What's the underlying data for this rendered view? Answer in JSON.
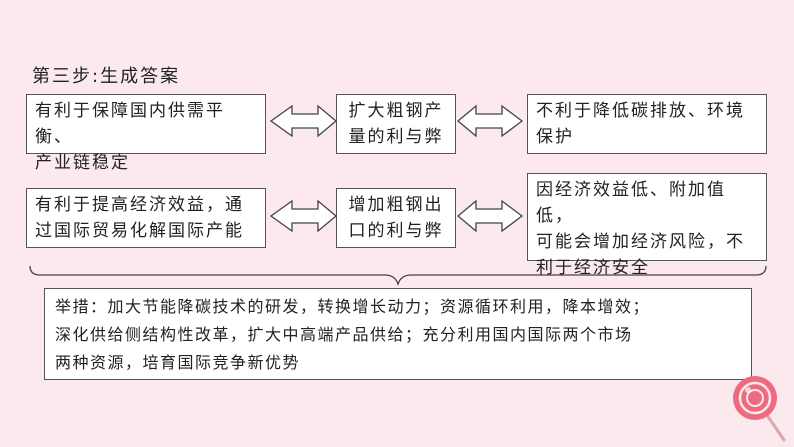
{
  "step_title": "第三步:生成答案",
  "row1": {
    "left_lines": [
      "有利于保障国内供需平衡、",
      "产业链稳定"
    ],
    "center_lines": [
      "扩大粗钢产",
      "量的利与弊"
    ],
    "right_lines": [
      "不利于降低碳排放、环境",
      "保护"
    ]
  },
  "row2": {
    "left_lines": [
      "有利于提高经济效益，通",
      "过国际贸易化解国际产能"
    ],
    "center_lines": [
      "增加粗钢出",
      "口的利与弊"
    ],
    "right_lines": [
      "因经济效益低、附加值低，",
      "可能会增加经济风险，不",
      "利于经济安全"
    ]
  },
  "measures_lines": [
    "举措：加大节能降碳技术的研发，转换增长动力；资源循环利用，降本增效；",
    "深化供给侧结构性改革，扩大中高端产品供给；充分利用国内国际两个市场",
    "两种资源，培育国际竞争新优势"
  ],
  "colors": {
    "background": "#fbe9ee",
    "box_border": "#555555",
    "lollipop": "#ee6b7f"
  },
  "icons": [
    "double-arrow-icon",
    "brace-icon",
    "lollipop-icon"
  ]
}
